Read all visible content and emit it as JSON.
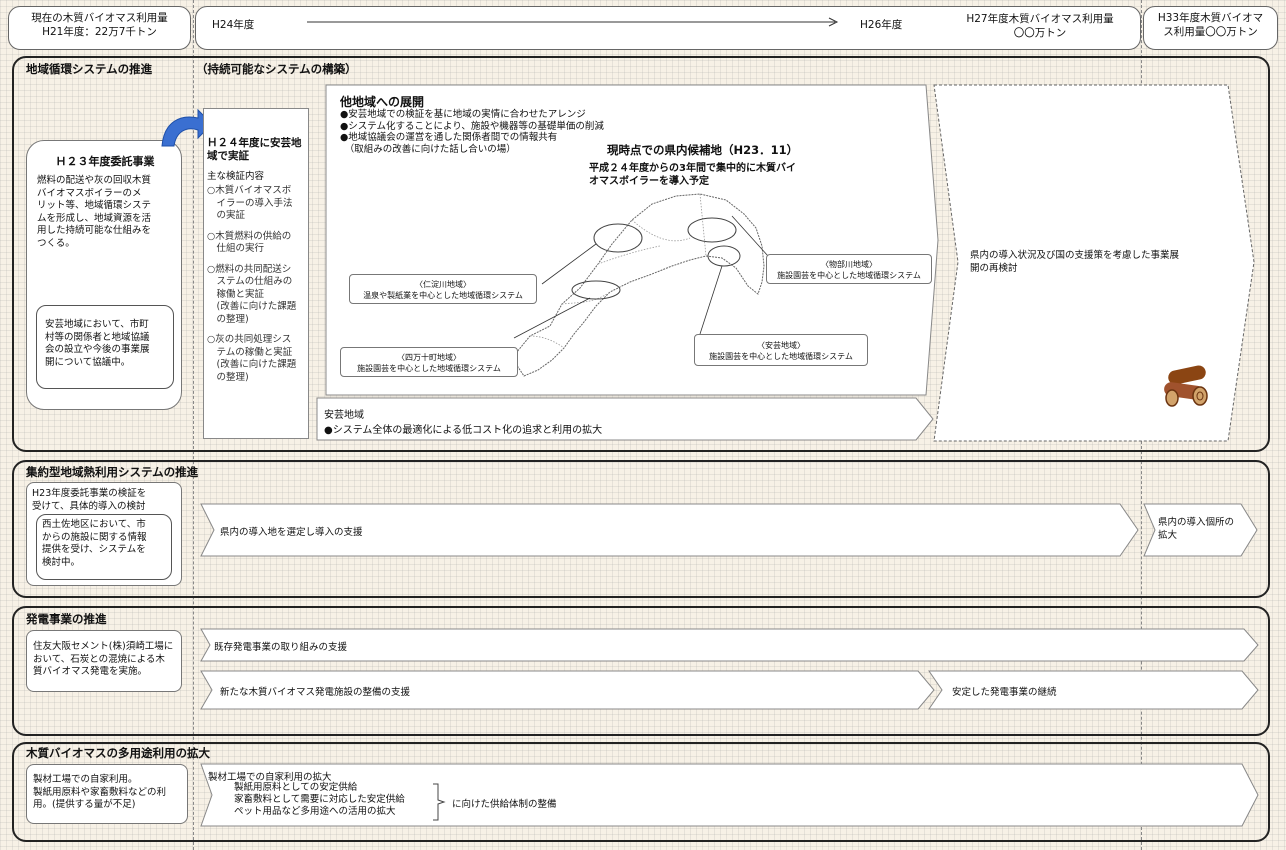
{
  "header": {
    "current_amount_line1": "現在の木質バイオマス利用量",
    "current_amount_line2": "H21年度：22万7千トン",
    "h24": "H24年度",
    "h26": "H26年度",
    "h27_line1": "H27年度木質バイオマス利用量",
    "h27_line2": "〇〇万トン",
    "h33_line1": "H33年度木質バイオマ",
    "h33_line2": "ス利用量〇〇万トン"
  },
  "section1": {
    "title": "地域循環システムの推進",
    "subtitle": "（持続可能なシステムの構築）",
    "h23_title": "Ｈ２３年度委託事業",
    "h23_body": [
      "燃料の配送や灰の回収木質",
      "バイオマスボイラーのメ",
      "リット等、地域循環システ",
      "ムを形成し、地域資源を活",
      "用した持続可能な仕組みを",
      "つくる。"
    ],
    "h23_note": [
      "安芸地域において、市町",
      "村等の関係者と地域協議",
      "会の設立や今後の事業展",
      "開について協議中。"
    ],
    "h24_title": [
      "Ｈ２４年度に安芸地",
      "域で実証"
    ],
    "h24_sub": "主な検証内容",
    "h24_items": [
      "○木質バイオマスボ",
      "　イラーの導入手法",
      "　の実証",
      "",
      "○木質燃料の供給の",
      "　仕組の実行",
      "",
      "○燃料の共同配送シ",
      "　ステムの仕組みの",
      "　稼働と実証",
      "　(改善に向けた課題",
      "　の整理)",
      "",
      "○灰の共同処理シス",
      "　テムの稼働と実証",
      "　(改善に向けた課題",
      "　の整理)"
    ],
    "expand_title": "他地域への展開",
    "expand_items": [
      "●安芸地域での検証を基に地域の実情に合わせたアレンジ",
      "●システム化することにより、施設や機器等の基礎単価の削減",
      "●地域協議会の運営を通した関係者間での情報共有",
      "　（取組みの改善に向けた話し合いの場）"
    ],
    "candidates_title": "現時点での県内候補地（H23．11）",
    "candidates_sub": [
      "平成２４年度からの3年間で集中的に木質バイ",
      "オマスボイラーを導入予定"
    ],
    "area_niyodo": [
      "〈仁淀川地域〉",
      "温泉や製紙業を中心とした地域循環システム"
    ],
    "area_monobe": [
      "〈物部川地域〉",
      "施設園芸を中心とした地域循環システム"
    ],
    "area_shimanto": [
      "〈四万十町地域〉",
      "施設園芸を中心とした地域循環システム"
    ],
    "area_aki": [
      "〈安芸地域〉",
      "施設園芸を中心とした地域循環システム"
    ],
    "aki_region": "安芸地域",
    "aki_goal": "●システム全体の最適化による低コスト化の追求と利用の拡大",
    "review": [
      "県内の導入状況及び国の支援策を考慮した事業展",
      "開の再検討"
    ]
  },
  "section2": {
    "title": "集約型地域熱利用システムの推進",
    "left_title": [
      "H23年度委託事業の検証を",
      "受けて、具体的導入の検討"
    ],
    "left_note": [
      "西土佐地区において、市",
      "からの施設に関する情報",
      "提供を受け、システムを",
      "検討中。"
    ],
    "arrow1": "県内の導入地を選定し導入の支援",
    "arrow2": [
      "県内の導入個所の",
      "拡大"
    ]
  },
  "section3": {
    "title": "発電事業の推進",
    "left": [
      "住友大阪セメント(株)須崎工場に",
      "おいて、石炭との混焼による木",
      "質バイオマス発電を実施。"
    ],
    "arrow1": "既存発電事業の取り組みの支援",
    "arrow2": "新たな木質バイオマス発電施設の整備の支援",
    "arrow3": "安定した発電事業の継続"
  },
  "section4": {
    "title": "木質バイオマスの多用途利用の拡大",
    "left": [
      "製材工場での自家利用。",
      "製紙用原料や家畜敷料などの利",
      "用。(提供する量が不足)"
    ],
    "arrow_title": "製材工場での自家利用の拡大",
    "arrow_items": [
      "製紙用原料としての安定供給",
      "家畜敷料として需要に対応した安定供給",
      "ペット用品など多用途への活用の拡大"
    ],
    "arrow_tail": "に向けた供給体制の整備"
  }
}
